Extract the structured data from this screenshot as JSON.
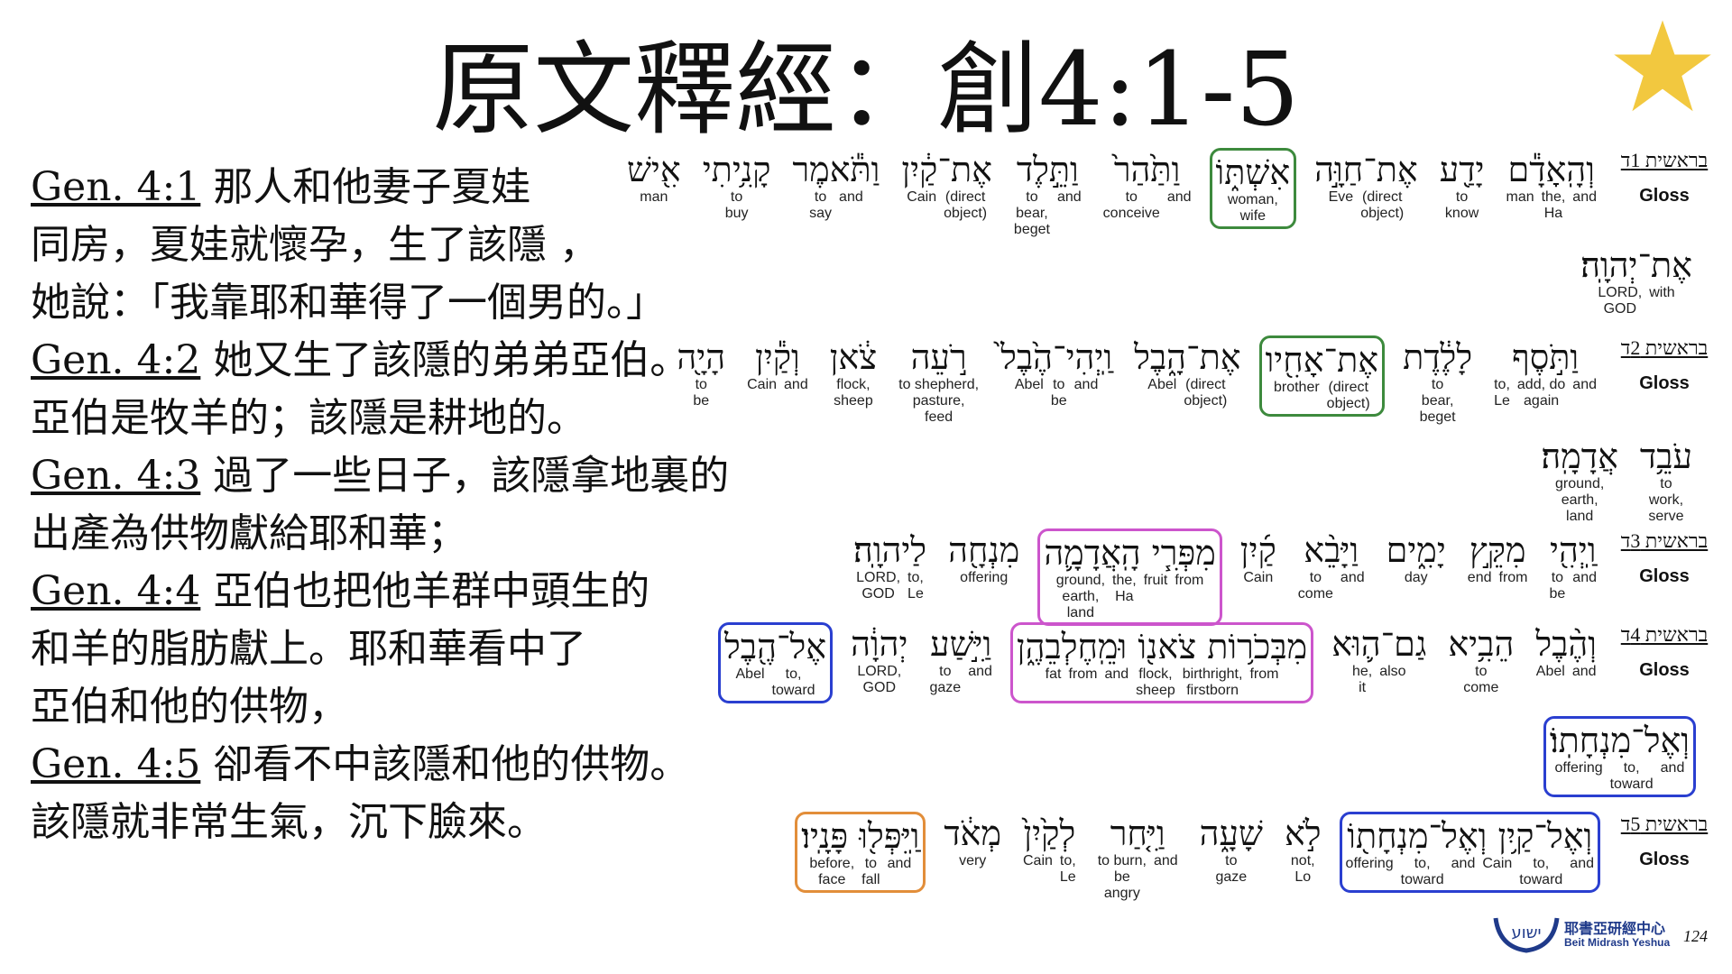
{
  "title": "原文釋經：創4:1-5",
  "icons": {
    "star": "star-icon",
    "logo": "yeshua-logo"
  },
  "colors": {
    "green": "#3d8a3d",
    "magenta": "#cc55cc",
    "blue": "#2a3fd0",
    "orange": "#e28e3a",
    "star": "#f2c83f"
  },
  "chinese": [
    {
      "ref": "Gen. 4:1",
      "text": "那人和他妻子夏娃"
    },
    {
      "ref": "",
      "text": "同房，夏娃就懷孕，生了該隱 ，"
    },
    {
      "ref": "",
      "text": "她說：「我靠耶和華得了一個男的。」"
    },
    {
      "ref": "Gen. 4:2",
      "text": "她又生了該隱的弟弟亞伯。"
    },
    {
      "ref": "",
      "text": "亞伯是牧羊的；該隱是耕地的。"
    },
    {
      "ref": "Gen. 4:3",
      "text": "過了一些日子，該隱拿地裏的"
    },
    {
      "ref": "",
      "text": "出產為供物獻給耶和華；"
    },
    {
      "ref": "Gen. 4:4",
      "text": "亞伯也把他羊群中頭生的"
    },
    {
      "ref": "",
      "text": "和羊的脂肪獻上。耶和華看中了"
    },
    {
      "ref": "",
      "text": "亞伯和他的供物，"
    },
    {
      "ref": "Gen. 4:5",
      "text": "卻看不中該隱和他的供物。"
    },
    {
      "ref": "",
      "text": "該隱就非常生氣，沉下臉來。"
    }
  ],
  "verse_labels": {
    "v1": "בראשית 1ד",
    "v2": "בראשית 2ד",
    "v3": "בראשית 3ד",
    "v4": "בראשית 4ד",
    "v5": "בראשית 5ד",
    "gloss": "Gloss"
  },
  "verses": {
    "v1": [
      {
        "heb": "וְהָֽאָדָ֕ם",
        "gloss": [
          "and",
          "the,\nHa",
          "man"
        ]
      },
      {
        "heb": "יָדַ֖ע",
        "gloss": [
          "to\nknow"
        ]
      },
      {
        "heb": "אֶת־חַוָּ֣ה",
        "gloss": [
          "(direct\nobject)",
          "Eve"
        ]
      },
      {
        "heb": "אִשְׁתּ֑וֹ",
        "gloss": [
          "woman,\nwife"
        ],
        "hl": "green"
      },
      {
        "heb": "וַתַּ֙הַר֙",
        "gloss": [
          "and",
          "to\nconceive"
        ]
      },
      {
        "heb": "וַתֵּ֣לֶד",
        "gloss": [
          "and",
          "to\nbear,\nbeget"
        ]
      },
      {
        "heb": "אֶת־קַ֔יִן",
        "gloss": [
          "(direct\nobject)",
          "Cain"
        ]
      },
      {
        "heb": "וַתֹּ֕אמֶר",
        "gloss": [
          "and",
          "to\nsay"
        ]
      },
      {
        "heb": "קָנִ֥יתִי",
        "gloss": [
          "to\nbuy"
        ]
      },
      {
        "heb": "אִ֖ישׁ",
        "gloss": [
          "man"
        ]
      }
    ],
    "v1b": [
      {
        "heb": "אֶת־יְהוָֽה׃",
        "gloss": [
          "with",
          "LORD,\nGOD"
        ]
      }
    ],
    "v2": [
      {
        "heb": "וַתֹּ֣סֶף",
        "gloss": [
          "and",
          "add, do\nagain",
          "to,\nLe"
        ]
      },
      {
        "heb": "לָלֶ֔דֶת",
        "gloss": [
          "to\nbear,\nbeget"
        ]
      },
      {
        "heb": "אֶת־אָחִ֖יו",
        "gloss": [
          "(direct\nobject)",
          "brother"
        ],
        "hl": "green"
      },
      {
        "heb": "אֶת־הָ֑בֶל",
        "gloss": [
          "(direct\nobject)",
          "Abel"
        ]
      },
      {
        "heb": "וַֽיְהִי־הֶ֙בֶל֙",
        "gloss": [
          "and",
          "to\nbe",
          "Abel"
        ]
      },
      {
        "heb": "רֹ֣עֵה",
        "gloss": [
          "to shepherd,\npasture,\nfeed"
        ]
      },
      {
        "heb": "צֹ֔אן",
        "gloss": [
          "flock,\nsheep"
        ]
      },
      {
        "heb": "וְקַ֕יִן",
        "gloss": [
          "and",
          "Cain"
        ]
      },
      {
        "heb": "הָיָ֖ה",
        "gloss": [
          "to\nbe"
        ]
      }
    ],
    "v2b": [
      {
        "heb": "עֹבֵ֥ד",
        "gloss": [
          "to\nwork,\nserve"
        ]
      },
      {
        "heb": "אֲדָמָֽה׃",
        "gloss": [
          "ground,\nearth,\nland"
        ]
      }
    ],
    "v3": [
      {
        "heb": "וַֽיְהִ֖י",
        "gloss": [
          "and",
          "to\nbe"
        ]
      },
      {
        "heb": "מִקֵּ֣ץ",
        "gloss": [
          "from",
          "end"
        ]
      },
      {
        "heb": "יָמִ֑ים",
        "gloss": [
          "day"
        ]
      },
      {
        "heb": "וַיָּבֵ֨א",
        "gloss": [
          "and",
          "to\ncome"
        ]
      },
      {
        "heb": "קַ֜יִן",
        "gloss": [
          "Cain"
        ]
      },
      {
        "heb": "מִפְּרִ֧י הָֽאֲדָמָ֛ה",
        "gloss": [
          "from",
          "fruit",
          "the,\nHa",
          "ground,\nearth,\nland"
        ],
        "hl": "magenta"
      },
      {
        "heb": "מִנְחָ֖ה",
        "gloss": [
          "offering"
        ]
      },
      {
        "heb": "לַיהוָֽה׃",
        "gloss": [
          "to,\nLe",
          "LORD,\nGOD"
        ]
      }
    ],
    "v4": [
      {
        "heb": "וְהֶ֨בֶל",
        "gloss": [
          "and",
          "Abel"
        ]
      },
      {
        "heb": "הֵבִ֥יא",
        "gloss": [
          "to\ncome"
        ]
      },
      {
        "heb": "גַם־ה֛וּא",
        "gloss": [
          "also",
          "he,\nit"
        ]
      },
      {
        "heb": "מִבְּכֹר֥וֹת צֹאנ֖וֹ וּמֵֽחֶלְבֵהֶ֑ן",
        "gloss": [
          "from",
          "birthright,\nfirstborn",
          "flock,\nsheep",
          "and",
          "from",
          "fat"
        ],
        "hl": "magenta"
      },
      {
        "heb": "וַיִּ֣שַׁע",
        "gloss": [
          "and",
          "to\ngaze"
        ]
      },
      {
        "heb": "יְהוָ֔ה",
        "gloss": [
          "LORD,\nGOD"
        ]
      },
      {
        "heb": "אֶל־הֶ֖בֶל",
        "gloss": [
          "to,\ntoward",
          "Abel"
        ],
        "hl": "blue"
      }
    ],
    "v4b": [
      {
        "heb": "וְאֶל־מִנְחָתֽוֹ׃",
        "gloss": [
          "and",
          "to,\ntoward",
          "offering"
        ],
        "hl": "blue"
      }
    ],
    "v5": [
      {
        "heb": "וְאֶל־קַ֥יִן וְאֶל־מִנְחָת֖וֹ",
        "gloss": [
          "and",
          "to,\ntoward",
          "Cain",
          "and",
          "to,\ntoward",
          "offering"
        ],
        "hl": "blue"
      },
      {
        "heb": "לֹ֣א",
        "gloss": [
          "not,\nLo"
        ]
      },
      {
        "heb": "שָׁעָ֑ה",
        "gloss": [
          "to\ngaze"
        ]
      },
      {
        "heb": "וַיִּ֤חַר",
        "gloss": [
          "and",
          "to burn,\nbe\nangry"
        ]
      },
      {
        "heb": "לְקַ֙יִן֙",
        "gloss": [
          "to,\nLe",
          "Cain"
        ]
      },
      {
        "heb": "מְאֹ֔ד",
        "gloss": [
          "very"
        ]
      },
      {
        "heb": "וַֽיִּפְּל֖וּ פָּנָֽיו׃",
        "gloss": [
          "and",
          "to\nfall",
          "before,\nface"
        ],
        "hl": "orange"
      }
    ]
  },
  "logo": {
    "hebrew": "ישוע",
    "cn": "耶書亞研經中心",
    "en": "Beit Midrash Yeshua"
  },
  "page_number": "124"
}
